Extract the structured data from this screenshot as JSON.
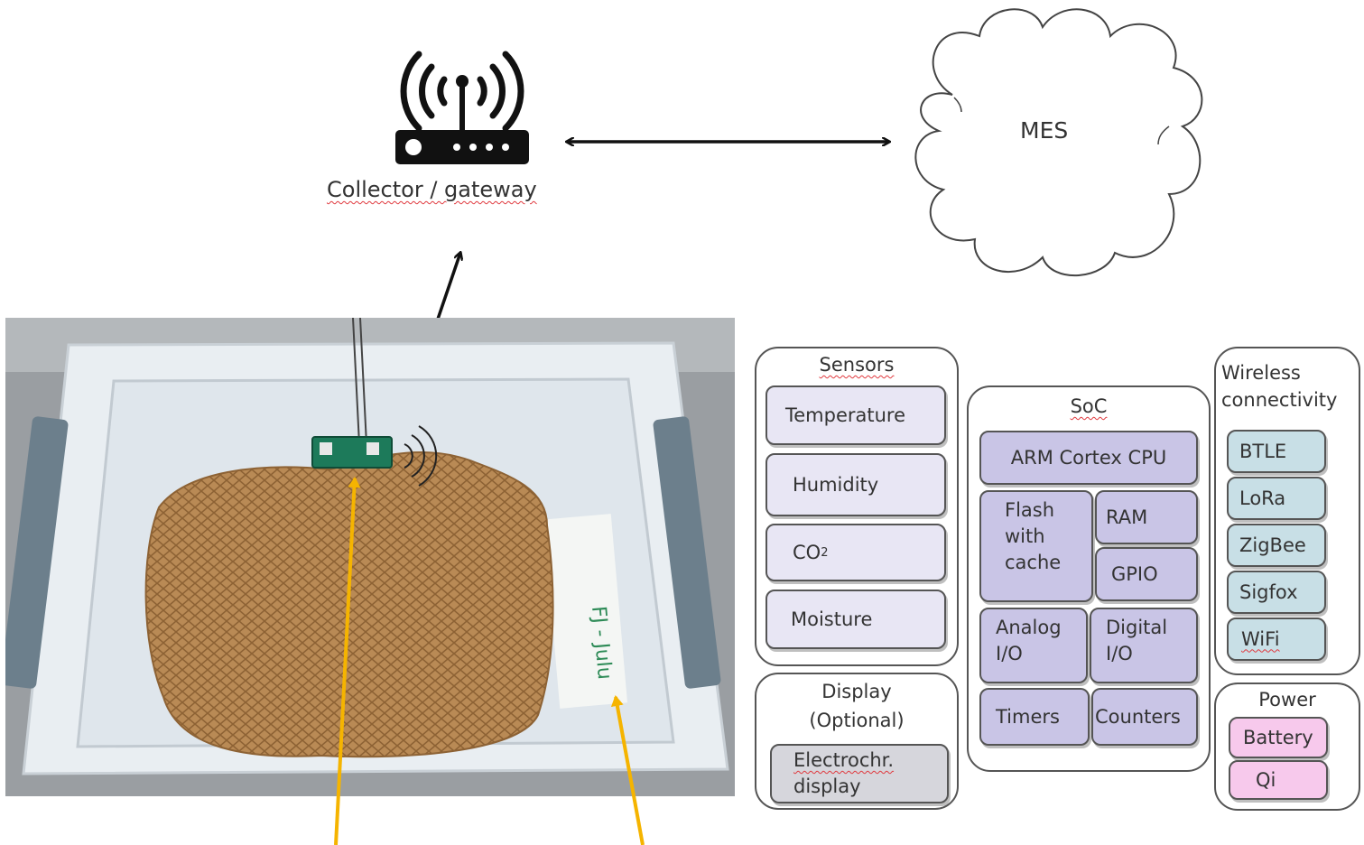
{
  "gateway": {
    "label": "Collector / gateway",
    "icon": "wifi-router-icon"
  },
  "cloud": {
    "label": "MES"
  },
  "photo": {
    "description_icon": "tray-photo-icon"
  },
  "sensors": {
    "title": "Sensors",
    "items": [
      "Temperature",
      "Humidity",
      "CO2",
      "Moisture"
    ]
  },
  "display": {
    "title_line1": "Display",
    "title_line2": "(Optional)",
    "item_line1": "Electrochr.",
    "item_line2": "display"
  },
  "soc": {
    "title": "SoC",
    "cpu": "ARM Cortex CPU",
    "flash_line1": "Flash",
    "flash_line2": "with",
    "flash_line3": "cache",
    "ram": "RAM",
    "gpio": "GPIO",
    "analog_line1": "Analog",
    "analog_line2": "I/O",
    "digital_line1": "Digital",
    "digital_line2": "I/O",
    "timers": "Timers",
    "counters": "Counters"
  },
  "wireless": {
    "title_line1": "Wireless",
    "title_line2": "connectivity",
    "items": [
      "BTLE",
      "LoRa",
      "ZigBee",
      "Sigfox",
      "WiFi"
    ]
  },
  "power": {
    "title": "Power",
    "items": [
      "Battery",
      "Qi"
    ]
  },
  "colors": {
    "sensor_fill": "#e8e6f4",
    "soc_fill": "#c9c5e6",
    "wireless_fill": "#c8dfe6",
    "power_fill": "#f7c9ec",
    "display_fill": "#d6d6dc",
    "pointer_arrows": "#f5b400"
  }
}
